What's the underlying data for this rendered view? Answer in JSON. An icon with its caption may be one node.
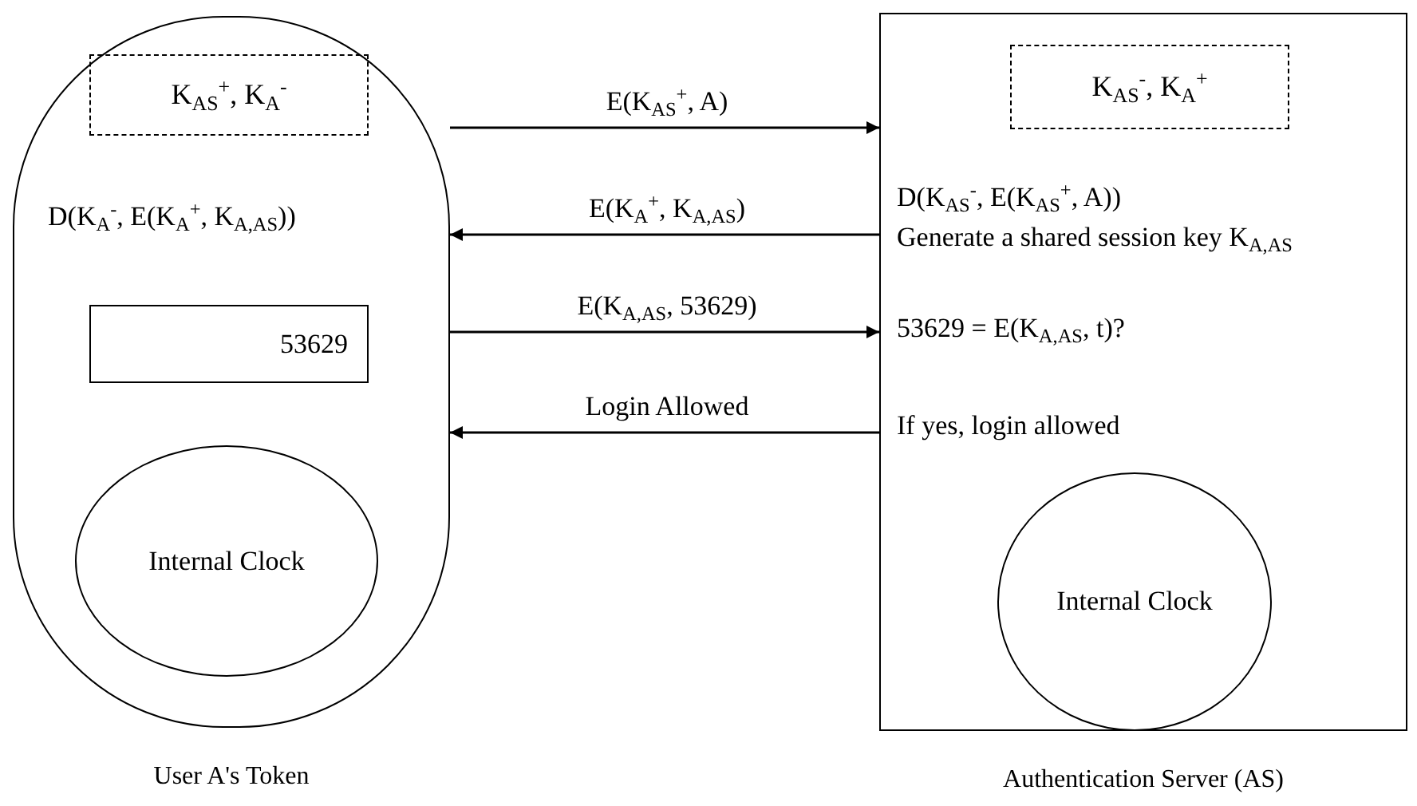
{
  "diagram": {
    "nodes": [
      {
        "text": [
          "User A's Token"
        ]
      },
      {
        "text": [
          "K$_{AS}$$^{+}$, K$_{A}$$^{-}$"
        ],
        "in": 0
      },
      {
        "text": [
          "53629"
        ],
        "in": 0
      },
      {
        "text": [
          "Internal Clock"
        ],
        "in": 0
      },
      {
        "text": [
          "Authentication Server (AS)"
        ]
      },
      {
        "text": [
          "K$_{AS}$$^{-}$, K$_{A}$$^{+}$"
        ],
        "in": 4
      },
      {
        "text": [
          "Internal Clock"
        ],
        "in": 4
      }
    ],
    "edges": [
      {
        "from": 0,
        "to": 4,
        "arrow": "to",
        "label": "E(K$_{AS}$$^{+}$, A)"
      },
      {
        "from": 4,
        "to": 0,
        "arrow": "to",
        "label": "E(K$_{A}$$^{+}$, K$_{A,AS}$)"
      },
      {
        "from": 0,
        "to": 4,
        "arrow": "to",
        "label": "E(K$_{A,AS}$, 53629)"
      },
      {
        "from": 4,
        "to": 0,
        "arrow": "to",
        "label": "Login Allowed"
      }
    ],
    "labels": [
      "D(K$_{A}$$^{-}$, E(K$_{A}$$^{+}$, K$_{A,AS}$))",
      "D(K$_{AS}$$^{-}$, E(K$_{AS}$$^{+}$, A))",
      "Generate a shared session key  K$_{A,AS}$",
      "53629 =  E(K$_{A,AS}$, t)?",
      "If yes, login allowed"
    ]
  }
}
